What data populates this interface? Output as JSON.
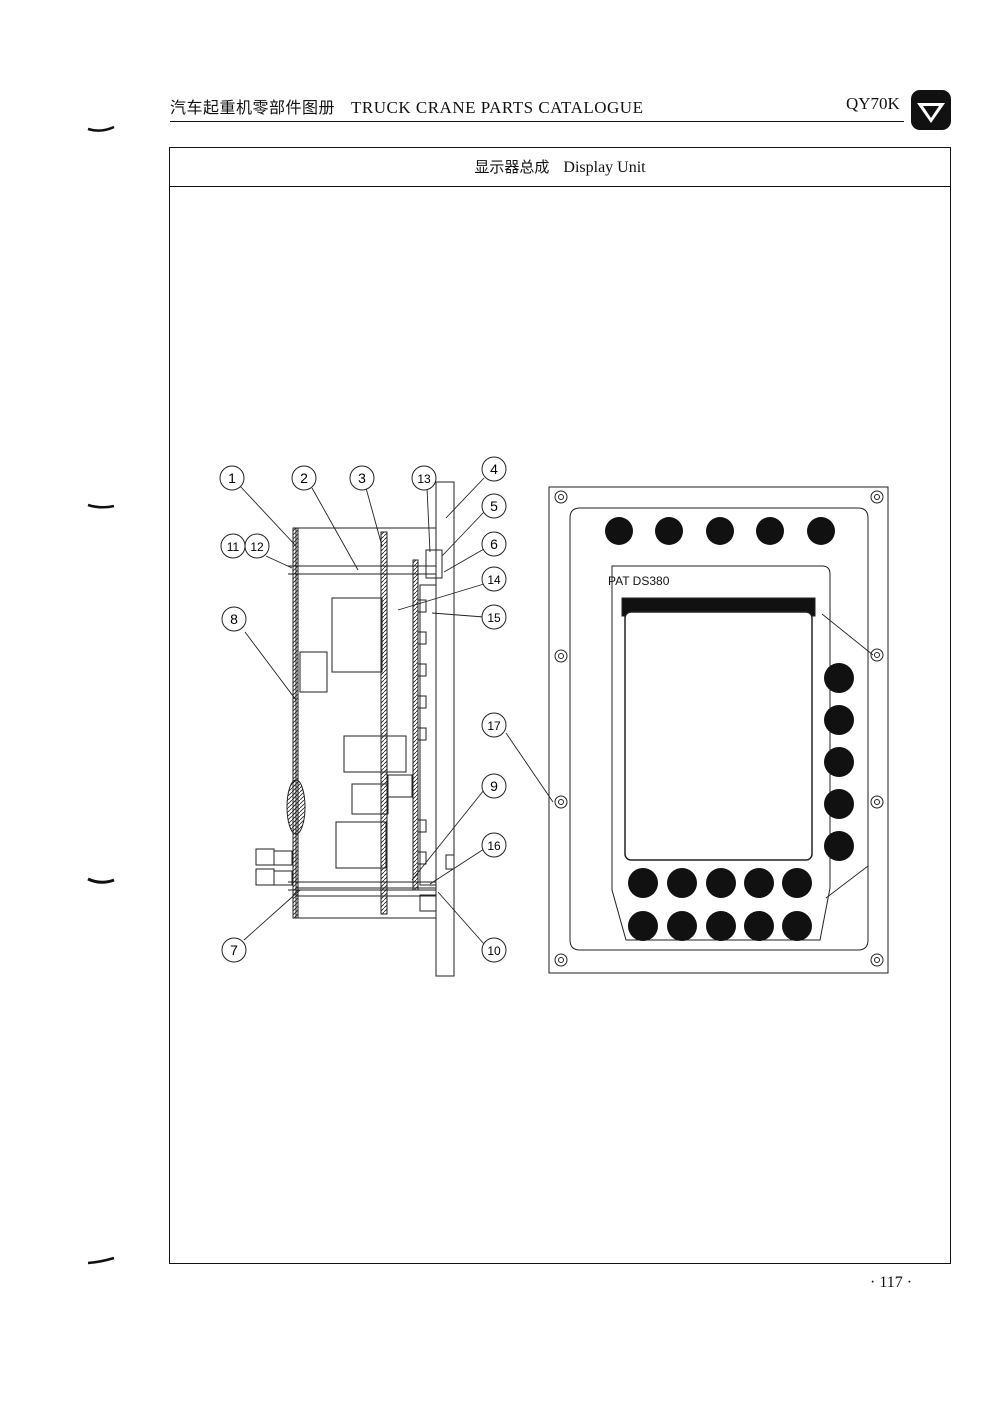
{
  "header": {
    "title_cn": "汽车起重机零部件图册",
    "title_en": "TRUCK CRANE PARTS CATALOGUE",
    "model": "QY70K"
  },
  "section": {
    "title_cn": "显示器总成",
    "title_en": "Display Unit"
  },
  "drawing": {
    "callouts": [
      "1",
      "2",
      "3",
      "13",
      "4",
      "5",
      "6",
      "11",
      "12",
      "14",
      "8",
      "15",
      "17",
      "9",
      "16",
      "7",
      "10"
    ],
    "display_label": "PAT DS380"
  },
  "footer": {
    "page_number": "· 117 ·"
  }
}
